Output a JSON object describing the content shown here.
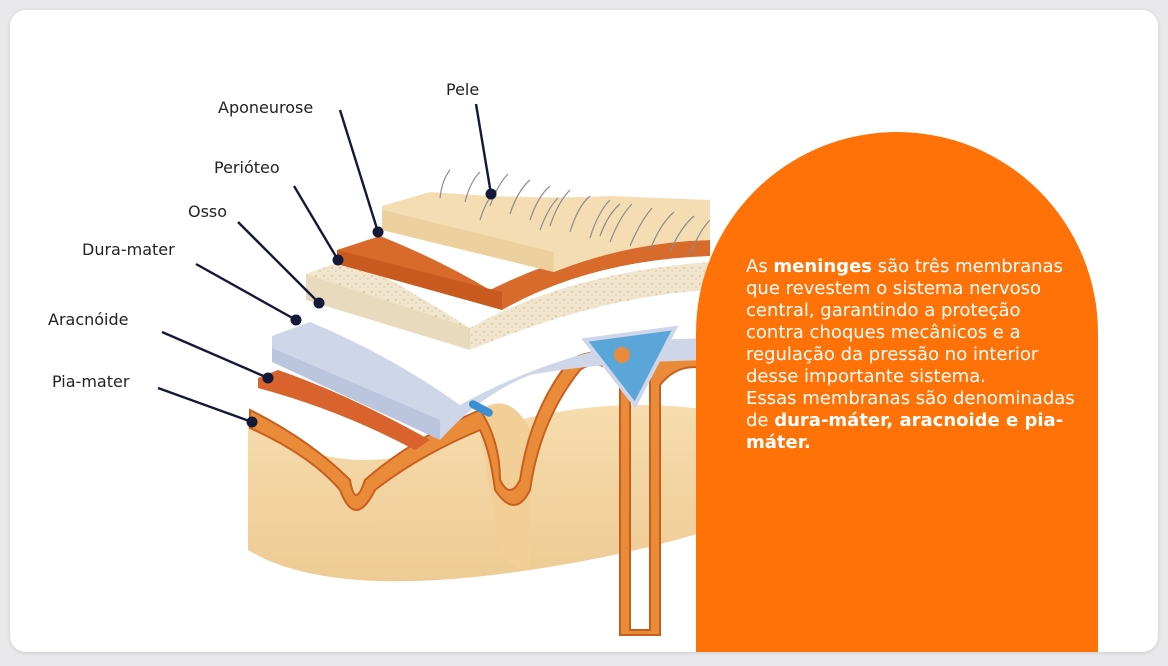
{
  "labels": {
    "pele": "Pele",
    "aponeurose": "Aponeurose",
    "perioteo": "Perióteo",
    "osso": "Osso",
    "dura_mater": "Dura-mater",
    "aracnoide": "Aracnóide",
    "pia_mater": "Pia-mater"
  },
  "panel": {
    "p1_pre": "As ",
    "p1_bold": "meninges",
    "p1_post": " são três membranas que revestem o sistema nervoso central, garantindo a proteção contra choques mecânicos e a regulação da pressão no interior desse importante sistema.",
    "p2_pre": "Essas membranas são denominadas de ",
    "p2_bold": "dura-máter, aracnoide e pia-máter."
  },
  "colors": {
    "accent_orange": "#ff7207",
    "label_dot": "#14193a",
    "skin": "#f4ddb2",
    "aponeurosis": "#d86a2c",
    "bone": "#f1e6cd",
    "dura": "#cfd6ea",
    "pia": "#e98534",
    "cortex": "#f4d7a8"
  }
}
